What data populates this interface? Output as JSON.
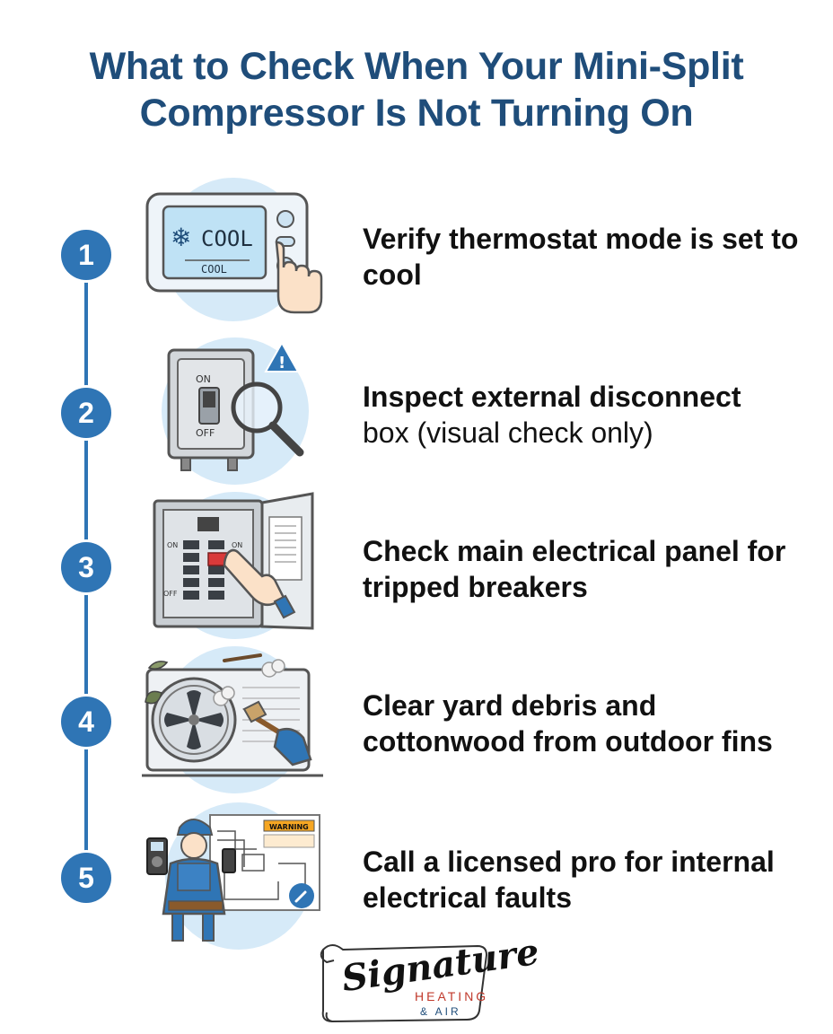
{
  "title": {
    "line1": "What to Check When Your Mini-Split",
    "line2": "Compressor Is Not Turning On"
  },
  "steps": [
    {
      "number": "1",
      "text_bold": "Verify thermostat mode is set to cool",
      "text_light": "",
      "icon": "thermostat-icon",
      "display_text": "COOL",
      "display_sub": "COOL"
    },
    {
      "number": "2",
      "text_bold": "Inspect external disconnect",
      "text_light": "box (visual check only)",
      "icon": "disconnect-box-icon",
      "switch_on": "ON",
      "switch_off": "OFF"
    },
    {
      "number": "3",
      "text_bold": "Check main electrical panel for tripped breakers",
      "text_light": "",
      "icon": "electrical-panel-icon",
      "label_on_left": "ON",
      "label_off_left": "OFF",
      "label_on_right": "ON"
    },
    {
      "number": "4",
      "text_bold": "Clear yard debris and cottonwood from outdoor fins",
      "text_light": "",
      "icon": "outdoor-unit-icon"
    },
    {
      "number": "5",
      "text_bold": "Call a licensed pro for internal electrical faults",
      "text_light": "",
      "icon": "technician-icon",
      "warning_label": "WARNING"
    }
  ],
  "logo": {
    "script": "Signature",
    "line1": "HEATING",
    "line2": "& AIR"
  },
  "colors": {
    "title": "#1f4d7a",
    "accent": "#2f75b5",
    "circle_bg": "#d6eaf8",
    "warning": "#e67e22",
    "breaker_red": "#d93a3a"
  }
}
